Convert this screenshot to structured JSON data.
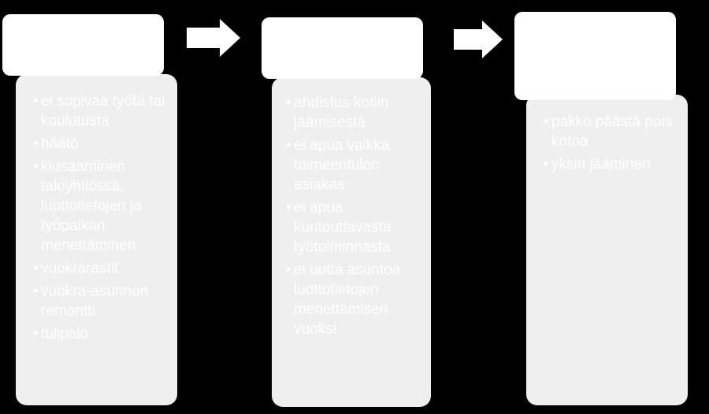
{
  "colors": {
    "background": "#000000",
    "header_box": "#ffffff",
    "content_box": "#efefef",
    "text": "#ffffff"
  },
  "steps": [
    {
      "header": "",
      "items": [
        " ei sopivaa työtä tai koulutusta",
        "häätö",
        "kiusaaminen taloyhtiössä, luottotietojen ja työpaikan menettäminen",
        "vuokrarästit",
        "vuokra-asunnon remontti",
        "tulipalo"
      ]
    },
    {
      "header": "",
      "items": [
        "ahdistus kotiin jäämisestä",
        "ei apua vaikka toimeentulon asiakas",
        "ei apua kuntouttavasta työtoiminnasta",
        "ei uutta asuntoa luottotietojen menettämisen vuoksi"
      ]
    },
    {
      "header": "",
      "items": [
        "pakko päästä pois kotoa",
        " yksin jääminen"
      ]
    }
  ]
}
